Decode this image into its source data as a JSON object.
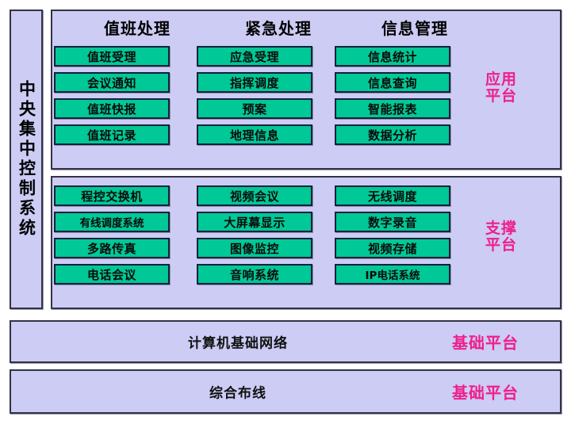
{
  "diagram": {
    "sidebar": {
      "label": "中央集中控制系统"
    },
    "application_platform": {
      "tag_line1": "应用",
      "tag_line2": "平台",
      "columns": [
        {
          "header": "值班处理",
          "items": [
            "值班受理",
            "会议通知",
            "值班快报",
            "值班记录"
          ]
        },
        {
          "header": "紧急处理",
          "items": [
            "应急受理",
            "指挥调度",
            "预案",
            "地理信息"
          ]
        },
        {
          "header": "信息管理",
          "items": [
            "信息统计",
            "信息查询",
            "智能报表",
            "数据分析"
          ]
        }
      ]
    },
    "support_platform": {
      "tag_line1": "支撑",
      "tag_line2": "平台",
      "columns": [
        {
          "items": [
            "程控交换机",
            "有线调度系统",
            "多路传真",
            "电话会议"
          ]
        },
        {
          "items": [
            "视频会议",
            "大屏幕显示",
            "图像监控",
            "音响系统"
          ]
        },
        {
          "items": [
            "无线调度",
            "数字录音",
            "视频存储",
            "IP电话系统"
          ]
        }
      ]
    },
    "network_bar": {
      "label": "计算机基础网络",
      "tag": "基础平台"
    },
    "cabling_bar": {
      "label": "综合布线",
      "tag": "基础平台"
    },
    "colors": {
      "panel_background": "#ccccf5",
      "panel_border": "#333344",
      "cell_background": "#00c896",
      "cell_border": "#16203c",
      "tag_text": "#ef1f8c",
      "page_background": "#ffffff"
    }
  }
}
